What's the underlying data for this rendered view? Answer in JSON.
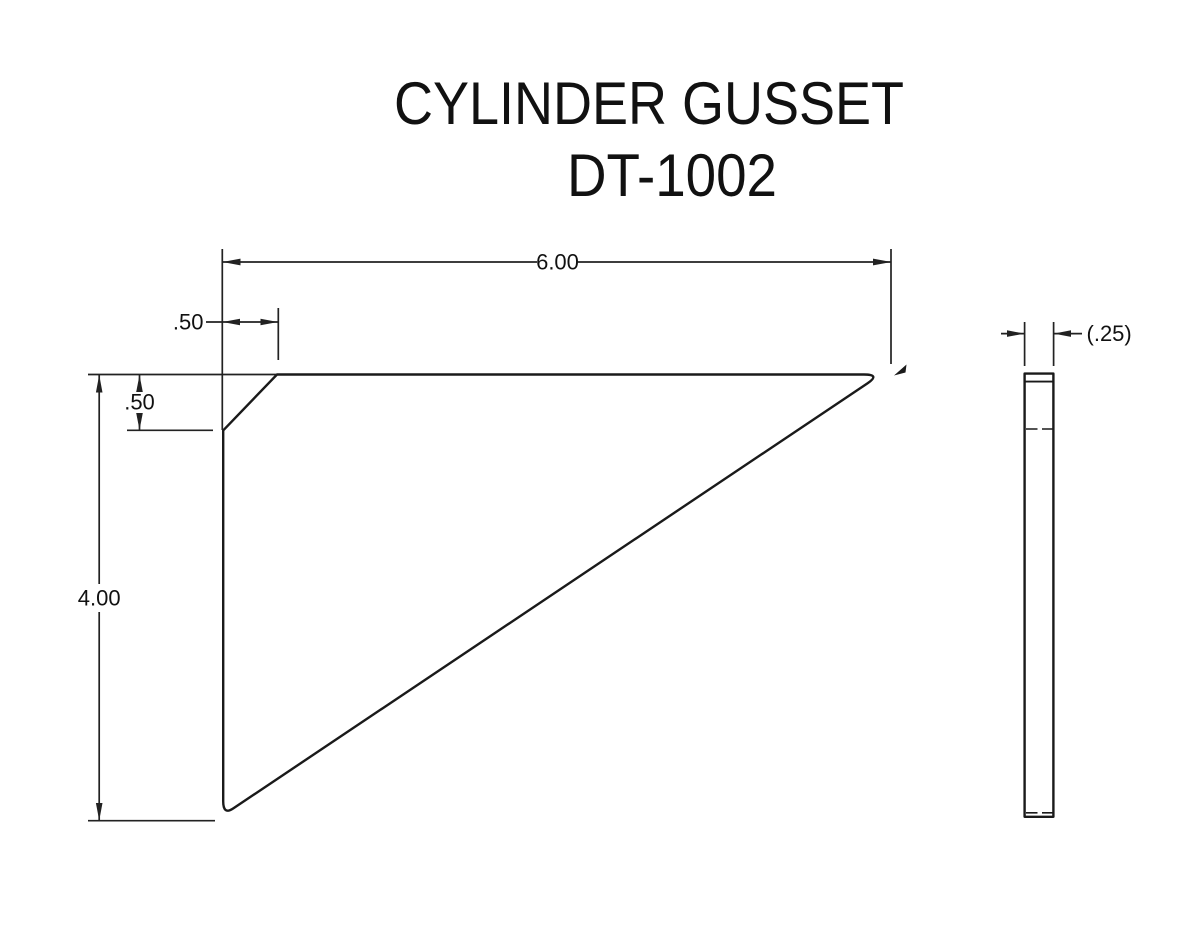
{
  "title": {
    "line1": "CYLINDER GUSSET",
    "line2": "DT-1002"
  },
  "front_view": {
    "dimensions": {
      "overall_width": "6.00",
      "overall_height": "4.00",
      "chamfer_width": ".50",
      "chamfer_height": ".50"
    }
  },
  "side_view": {
    "dimensions": {
      "thickness": "(.25)"
    }
  },
  "colors": {
    "background": "#ffffff",
    "outline": "#1a1a1a",
    "dimension": "#222222",
    "text": "#111111"
  }
}
